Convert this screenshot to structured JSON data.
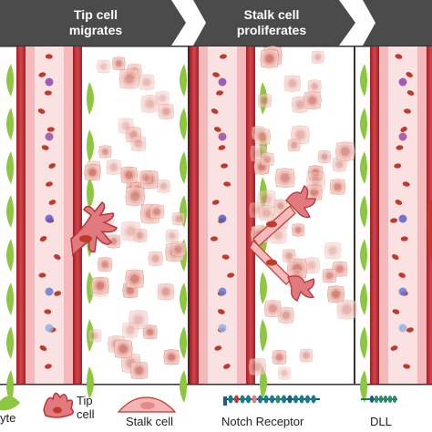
{
  "steps": [
    {
      "line1": "Tip cell",
      "line2": "migrates"
    },
    {
      "line1": "Stalk cell",
      "line2": "proliferates"
    }
  ],
  "legend": {
    "pericyte": "yte",
    "tip_cell_line1": "Tip",
    "tip_cell_line2": "cell",
    "stalk_cell": "Stalk cell",
    "notch_receptor": "Notch Receptor",
    "dll": "DLL"
  },
  "colors": {
    "header": "#4a4a4a",
    "vessel_wall": "#c0392b",
    "endothelium": "#f4b9bb",
    "lumen": "#fbe2e2",
    "rbc": "#c0392b",
    "pericyte": "#8dc63f",
    "tumor_cell": "#e8a89c",
    "tip_cell": "#e07a7f",
    "notch": "#1a7a8a"
  },
  "icons": [
    "arrow-icon",
    "tip-cell-icon",
    "stalk-cell-icon",
    "notch-receptor-icon",
    "dll-icon",
    "pericyte-icon"
  ]
}
